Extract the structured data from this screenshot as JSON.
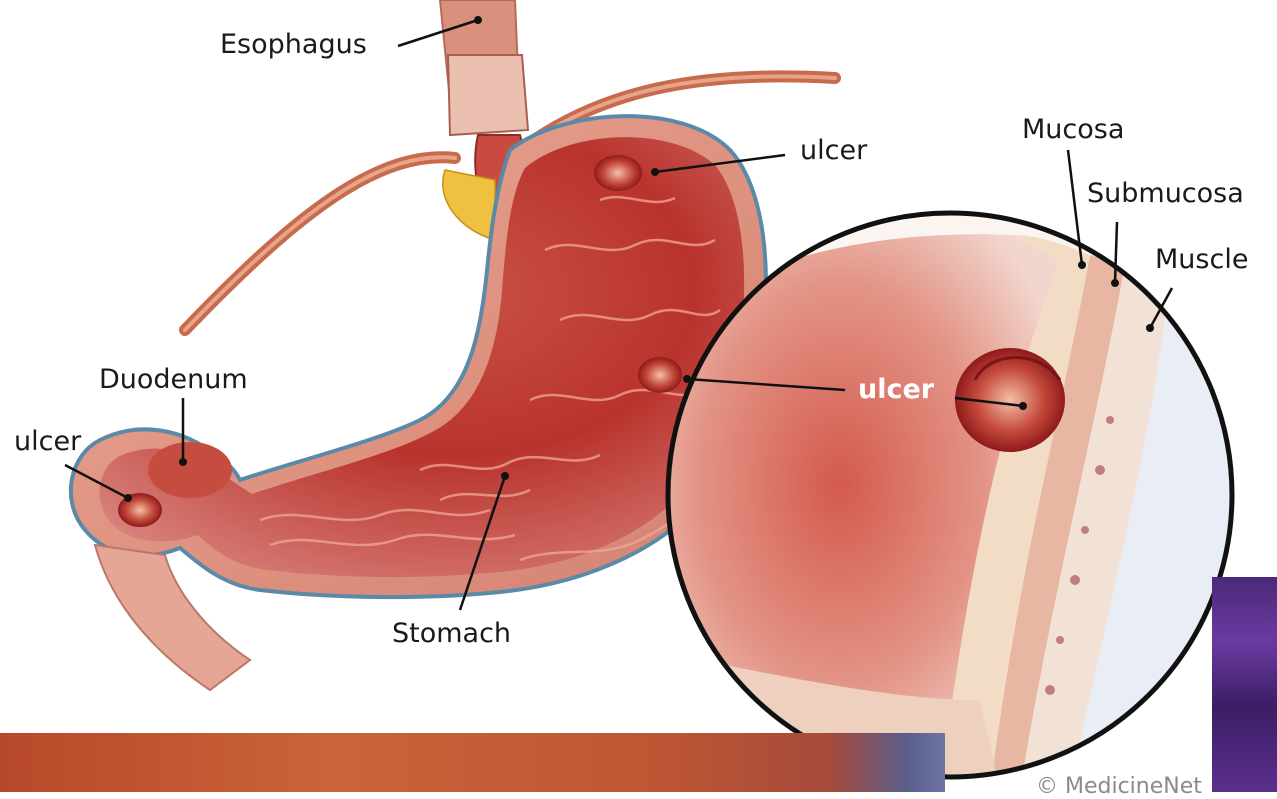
{
  "labels": {
    "esophagus": "Esophagus",
    "ulcer_fundus": "ulcer",
    "mucosa": "Mucosa",
    "submucosa": "Submucosa",
    "muscle": "Muscle",
    "duodenum": "Duodenum",
    "ulcer_duodenum": "ulcer",
    "ulcer_body": "ulcer",
    "stomach": "Stomach"
  },
  "credit": "© MedicineNet",
  "colors": {
    "stomach_wall": "#d98a78",
    "stomach_lining": "#c9463a",
    "inner_dark": "#9e1f1f",
    "muscle_band": "#f3dcc5",
    "blood_vessel": "#c86a4e",
    "fat": "#f0c040",
    "outline": "#5b8aa8"
  }
}
